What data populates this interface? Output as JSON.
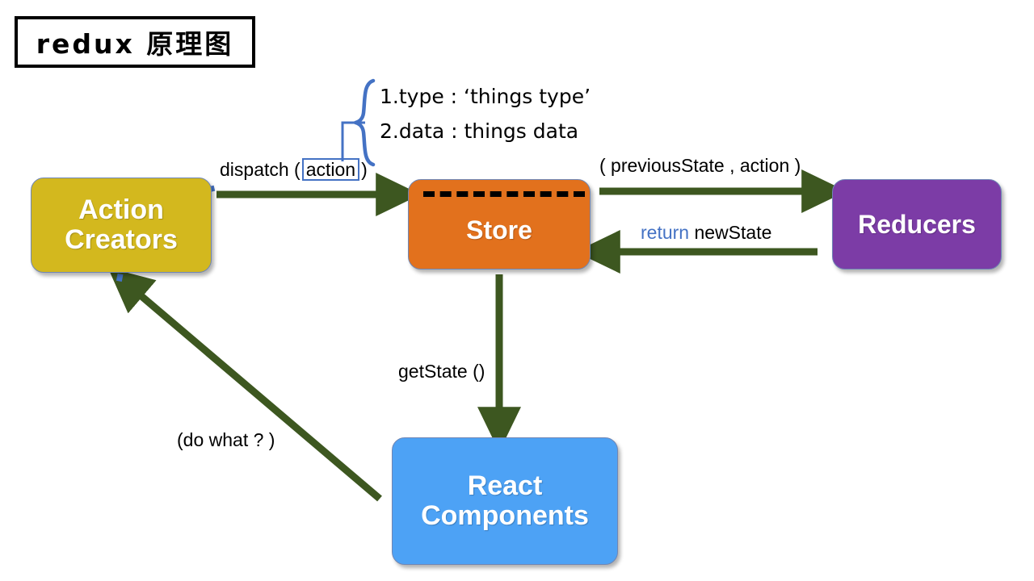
{
  "title": {
    "text": "redux 原理图"
  },
  "colors": {
    "action_creators": "#d3b81e",
    "store": "#e2711d",
    "reducers": "#7c3ca6",
    "react_components": "#4da2f5",
    "arrow_green": "#3d5720",
    "accent_blue": "#4472c4",
    "node_border": "#6f86b5",
    "dashed_line": "#000000",
    "background": "#ffffff"
  },
  "nodes": {
    "action_creators": {
      "line1": "Action",
      "line2": "Creators"
    },
    "store": {
      "label": "Store"
    },
    "reducers": {
      "label": "Reducers"
    },
    "react_components": {
      "line1": "React",
      "line2": "Components"
    }
  },
  "labels": {
    "dispatch_prefix": "dispatch (",
    "dispatch_token": "action",
    "dispatch_suffix": ")",
    "previous_state": "( previousState , action )",
    "return_keyword": "return",
    "return_value": "newState",
    "get_state": "getState ()",
    "do_what": "(do what ? )"
  },
  "annotation": {
    "line1": "1.type : ‘things type’",
    "line2": "2.data :  things data"
  }
}
